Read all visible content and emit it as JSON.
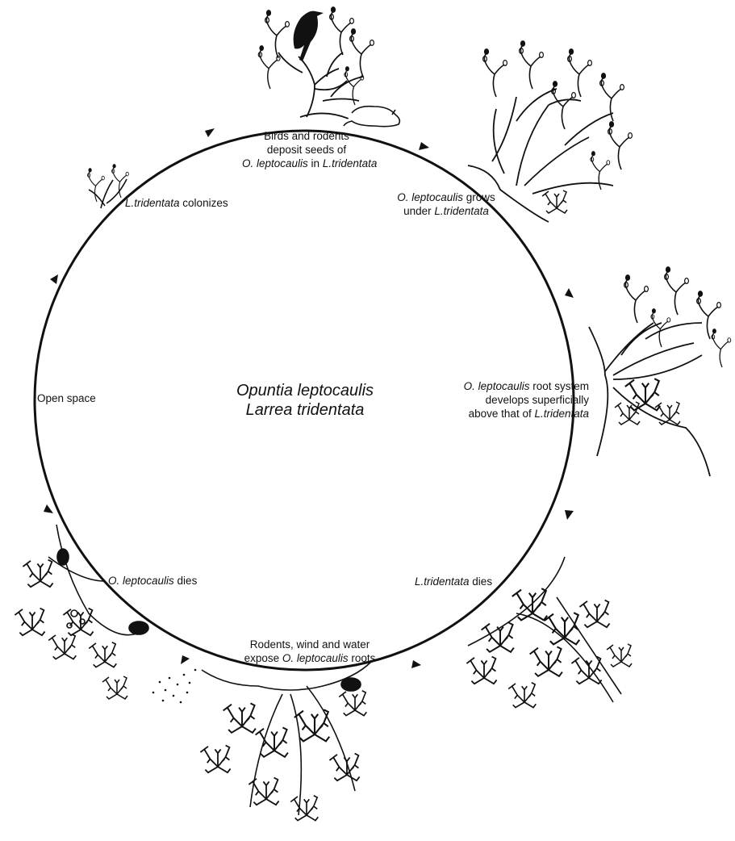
{
  "center": {
    "line1": "Opuntia leptocaulis",
    "line2": "Larrea tridentata"
  },
  "stages": {
    "birds": {
      "line1": "Birds and rodents",
      "line2": "deposit seeds of",
      "line3_italic": "O. leptocaulis",
      "line3_mid": " in ",
      "line3_italic2": "L.tridentata"
    },
    "grows": {
      "line1_italic": "O. leptocaulis",
      "line1_rest": " grows",
      "line2_rest": "under ",
      "line2_italic": "L.tridentata"
    },
    "roots": {
      "line1_italic": "O. leptocaulis",
      "line1_rest": " root system",
      "line2": "develops superficially",
      "line3_rest": "above that of ",
      "line3_italic": "L.tridentata"
    },
    "larrea_dies": {
      "italic": "L.tridentata",
      "rest": " dies"
    },
    "expose": {
      "line1": "Rodents, wind and water",
      "line2_rest": "expose ",
      "line2_italic": "O. leptocaulis",
      "line2_end": " roots"
    },
    "opuntia_dies": {
      "italic": "O. leptocaulis",
      "rest": " dies"
    },
    "open_space": {
      "text": "Open space"
    },
    "colonizes": {
      "italic": "L.tridentata",
      "rest": " colonizes"
    }
  }
}
